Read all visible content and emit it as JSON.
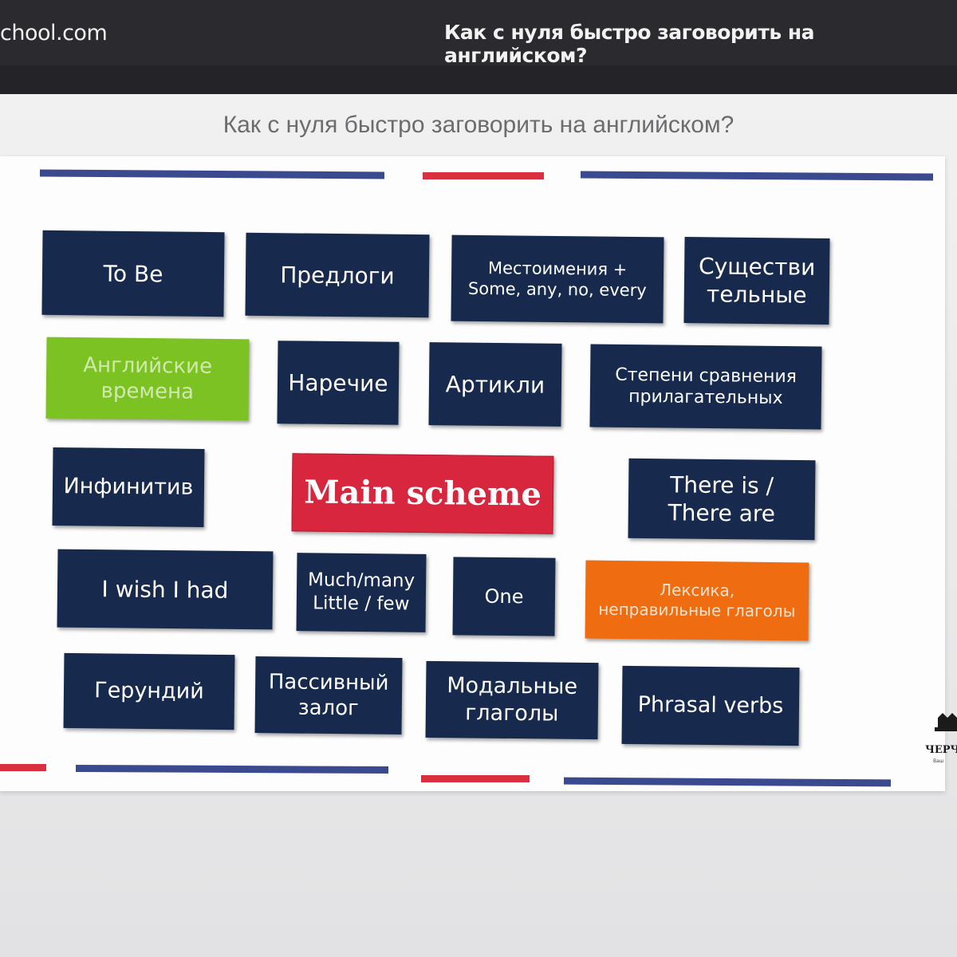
{
  "browser": {
    "site": "chool.com",
    "title": "Как с нуля быстро заговорить на английском?"
  },
  "page": {
    "heading": "Как с нуля быстро заговорить на английском?"
  },
  "colors": {
    "navy": "#17294d",
    "stripe_blue": "#3b4a8f",
    "stripe_red": "#d8303e",
    "green": "#7cc223",
    "red": "#d7263d",
    "orange": "#ef6c10"
  },
  "tiles": [
    {
      "label": "To Be"
    },
    {
      "label": "Предлоги"
    },
    {
      "label": "Местоимения +\nSome, any, no, every"
    },
    {
      "label": "Существи\nтельные"
    },
    {
      "label": "Английские\nвремена"
    },
    {
      "label": "Наречие"
    },
    {
      "label": "Артикли"
    },
    {
      "label": "Степени сравнения\nприлагательных"
    },
    {
      "label": "Инфинитив"
    },
    {
      "label": "Main scheme"
    },
    {
      "label": "There is /\nThere are"
    },
    {
      "label": "I wish I had"
    },
    {
      "label": "Much/many\nLittle / few"
    },
    {
      "label": "One"
    },
    {
      "label": "Лексика,\nнеправильные глаголы"
    },
    {
      "label": "Герундий"
    },
    {
      "label": "Пассивный\nзалог"
    },
    {
      "label": "Модальные\nглаголы"
    },
    {
      "label": "Phrasal verbs"
    }
  ],
  "logo": {
    "name": "ЧЕРЧ",
    "sub": "Ваш"
  }
}
